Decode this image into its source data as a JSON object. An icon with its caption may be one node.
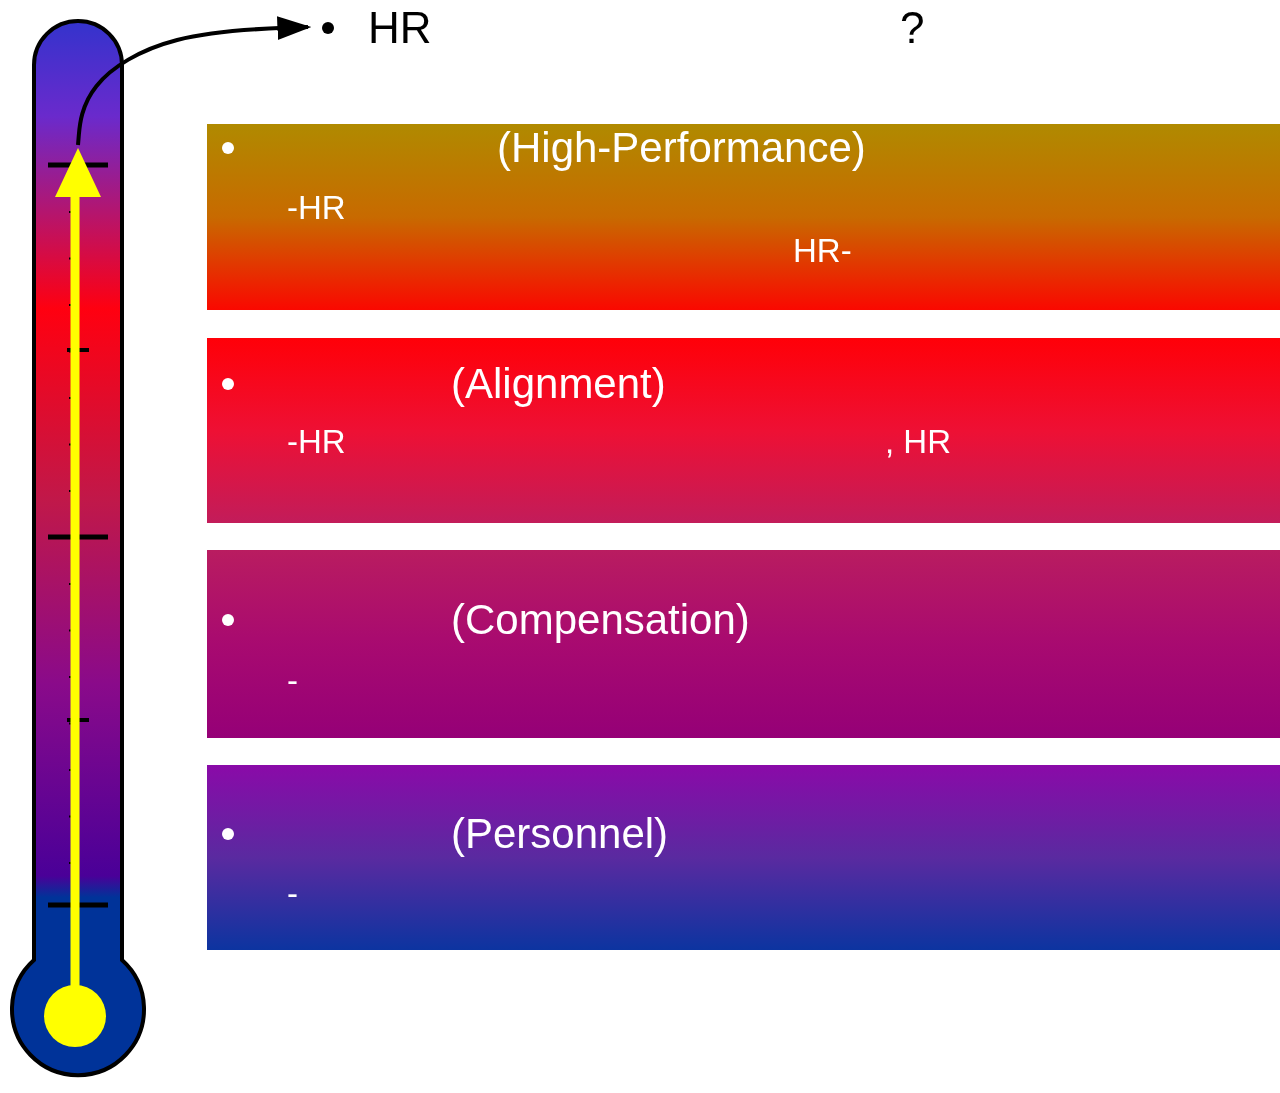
{
  "diagram": {
    "nodes": [
      {
        "text": [],
        "shape": "picture"
      },
      {
        "text": [
          "HR"
        ]
      },
      {
        "text": [
          "(High-Performance)",
          "-HR",
          "HR-"
        ]
      },
      {
        "text": [
          "(Alignment)",
          "-HR",
          ", HR"
        ]
      },
      {
        "text": [
          "(Compensation)",
          "-"
        ]
      },
      {
        "text": [
          "(Personnel)",
          "-"
        ]
      }
    ],
    "edges": [
      {
        "from": 0,
        "to": 1,
        "arrow": "to"
      }
    ],
    "labels": [
      "?"
    ]
  }
}
